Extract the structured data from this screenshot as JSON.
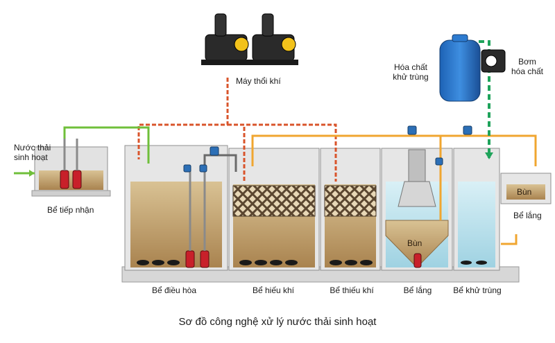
{
  "labels": {
    "wastewater_inlet": "Nước thải\nsinh hoạt",
    "receiving_tank": "Bể tiếp nhận",
    "blowers": "Máy thổi khí",
    "chemical_tank": "Hóa chất\nkhử trùng",
    "chemical_pump": "Bơm\nhóa chất",
    "equalization_tank": "Bể điều hòa",
    "aerobic_tank": "Bể hiếu khí",
    "anoxic_tank": "Bể thiếu khí",
    "settling_tank": "Bể lắng",
    "disinfection_tank": "Bể khử trùng",
    "sludge": "Bùn",
    "sludge_tank_sludge": "Bùn",
    "sludge_tank": "Bể lắng"
  },
  "caption": "Sơ đồ công nghệ xử lý nước thải sinh hoạt",
  "colors": {
    "air_line": "#d9542b",
    "recycle_line": "#f0a630",
    "chemical_line": "#1fa35b",
    "inlet_arrow": "#6fbf3a",
    "wall": "#cfcfcf",
    "water": "#bfe3ef",
    "sludge": "#b88a52"
  },
  "icons": [
    "air-blower-icon",
    "chemical-tank-icon",
    "dosing-pump-icon",
    "valve-icon",
    "submersible-pump-icon"
  ]
}
